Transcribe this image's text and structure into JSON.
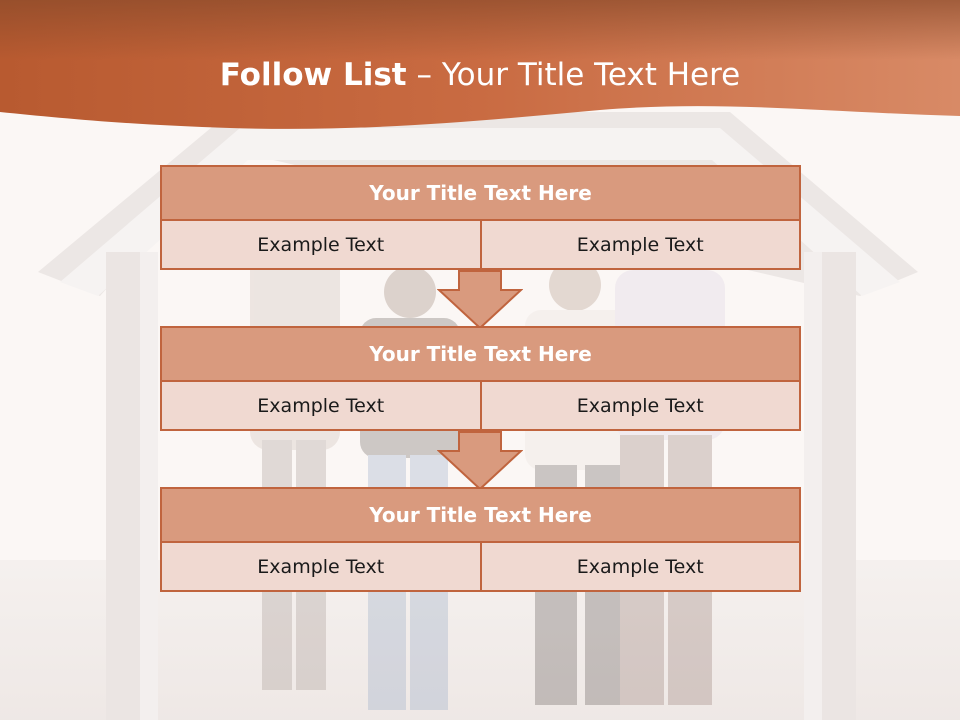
{
  "colors": {
    "banner_dark": "#8a4a2a",
    "banner_mid": "#c0643e",
    "banner_light": "#d88a66",
    "block_header": "#d99a7e",
    "block_cell": "#f0d9d1",
    "block_border": "#c0643e"
  },
  "header": {
    "title_bold": "Follow List",
    "title_rest": " – Your Title Text Here"
  },
  "blocks": [
    {
      "title": "Your Title Text Here",
      "cells": [
        "Example Text",
        "Example Text"
      ]
    },
    {
      "title": "Your Title Text Here",
      "cells": [
        "Example Text",
        "Example Text"
      ]
    },
    {
      "title": "Your Title Text Here",
      "cells": [
        "Example Text",
        "Example Text"
      ]
    }
  ],
  "icons": {
    "background": "house-outline-with-group-of-people-photo",
    "connector": "down-arrow-icon"
  }
}
